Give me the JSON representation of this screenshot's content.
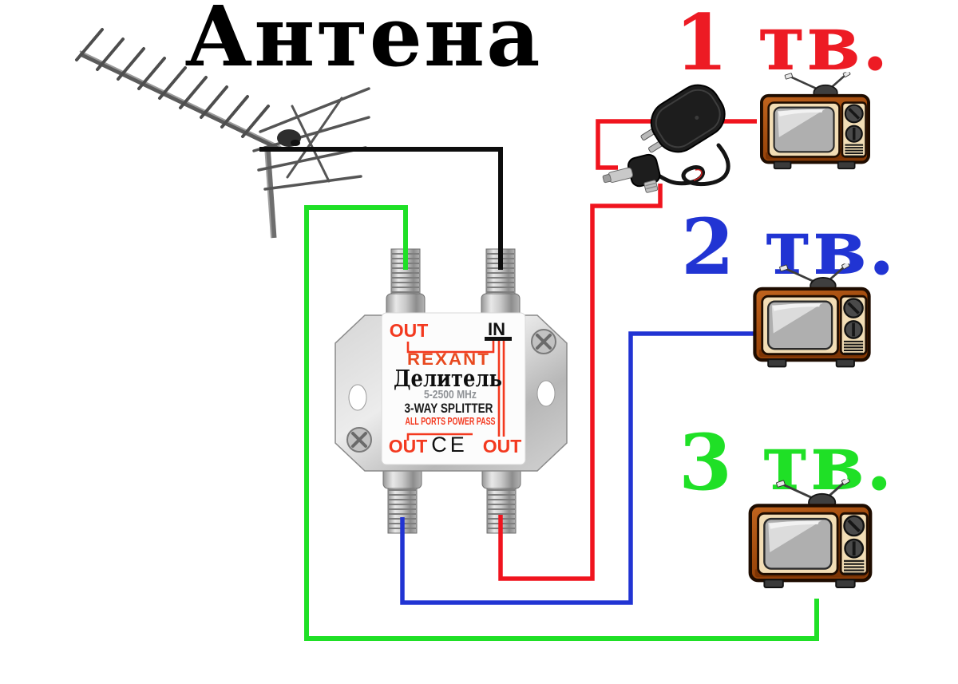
{
  "title": "Антена",
  "tvs": [
    {
      "label": "1 тв."
    },
    {
      "label": "2 тв."
    },
    {
      "label": "3 тв."
    }
  ],
  "splitter": {
    "port_top_left": "OUT",
    "port_top_right": "IN",
    "brand": "REXANT",
    "name": "Делитель",
    "freq": "5-2500 MHz",
    "type_label": "3-WAY SPLITTER",
    "note": "ALL PORTS POWER PASS",
    "port_bottom_left": "OUT",
    "ce_mark": "CE",
    "port_bottom_right": "OUT"
  },
  "colors": {
    "title_black": "#000000",
    "tv1_label": "#ed1b24",
    "tv2_label": "#2134d3",
    "tv3_label": "#1fe026",
    "wire_black": "#0d0d0d",
    "wire_red": "#f0141e",
    "wire_blue": "#2134d3",
    "wire_green": "#1fe026",
    "splitter_red": "#f3391f",
    "brand_red": "#e8491f",
    "freq_gray": "#8f9296",
    "text_black": "#1a1a1a"
  }
}
